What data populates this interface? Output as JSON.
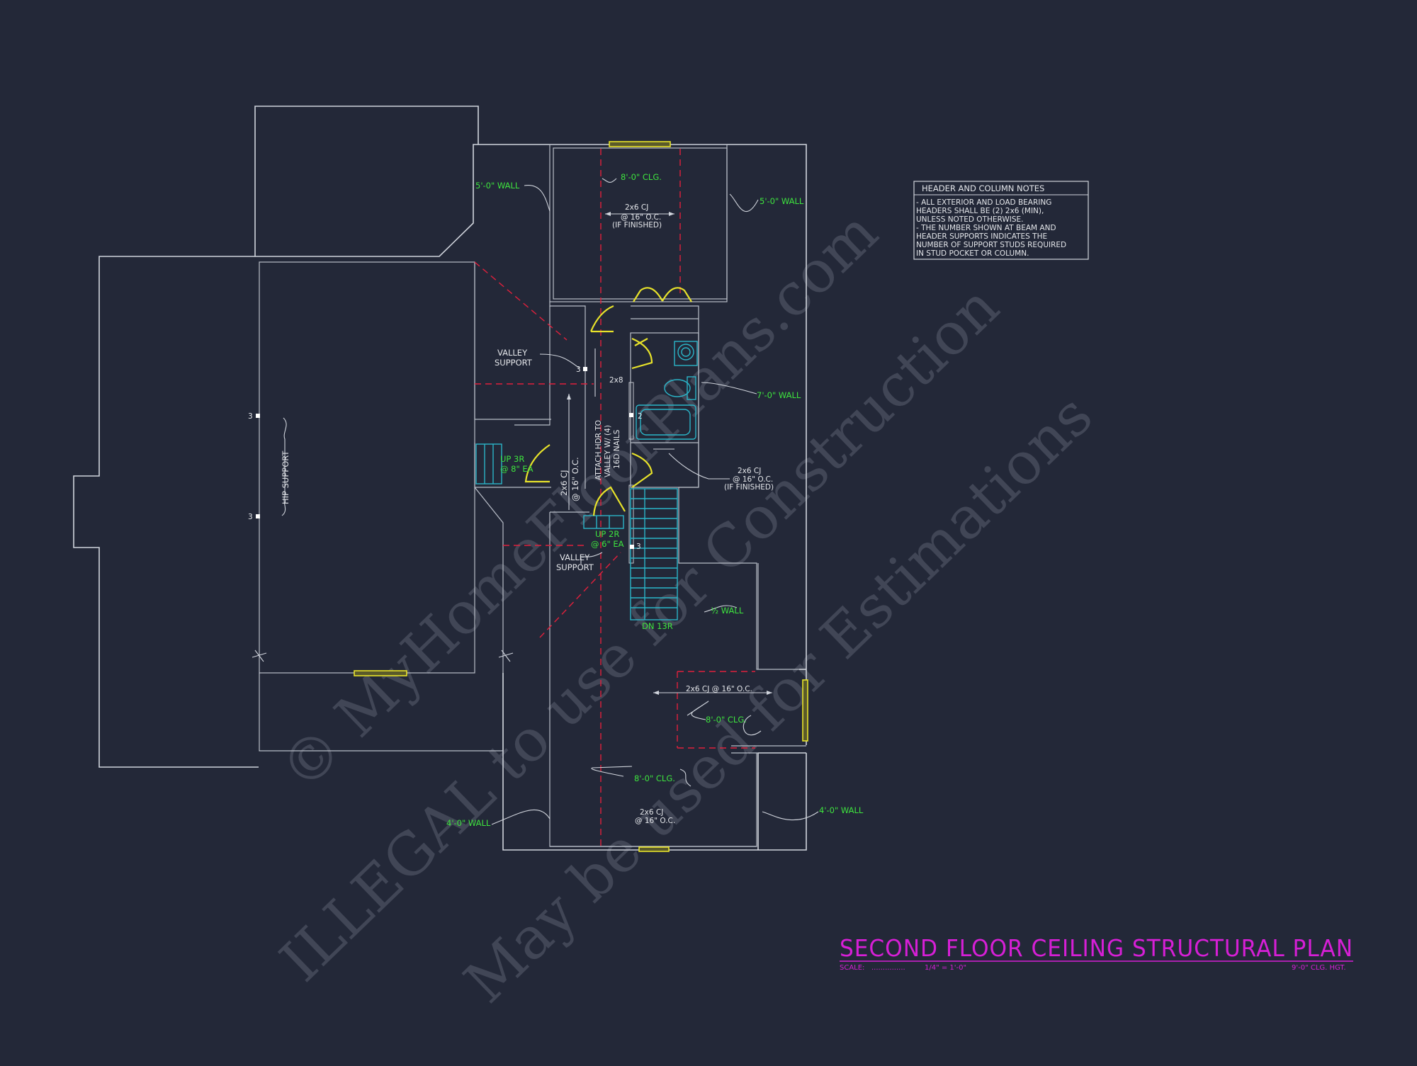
{
  "title": {
    "main": "SECOND FLOOR CEILING STRUCTURAL PLAN",
    "scale_label": "SCALE:",
    "scale_dots": "...............",
    "scale_value": "1/4\" = 1'-0\"",
    "ceiling_height": "9'-0\" CLG. HGT.",
    "color": "#d61fd6"
  },
  "notes": {
    "heading": "HEADER AND COLUMN NOTES",
    "lines": [
      "- ALL EXTERIOR AND LOAD BEARING",
      "HEADERS SHALL BE (2) 2x6 (MIN),",
      "UNLESS NOTED OTHERWISE.",
      "- THE NUMBER SHOWN AT BEAM AND",
      "HEADER SUPPORTS INDICATES THE",
      "NUMBER OF SUPPORT STUDS REQUIRED",
      "IN STUD POCKET OR COLUMN."
    ]
  },
  "labels": {
    "wall_5ft_left": "5'-0\" WALL",
    "wall_5ft_right": "5'-0\" WALL",
    "wall_7ft": "7'-0\" WALL",
    "wall_half": "½ WALL",
    "wall_4ft_left": "4'-0\" WALL",
    "wall_4ft_right": "4'-0\" WALL",
    "clg_top": "8'-0\" CLG.",
    "clg_right": "8'-0\" CLG.",
    "clg_bottom": "8'-0\" CLG.",
    "cj_top": [
      "2x6 CJ",
      "@ 16\" O.C.",
      "(IF FINISHED)"
    ],
    "cj_right": [
      "2x6 CJ",
      "@ 16\" O.C.",
      "(IF FINISHED)"
    ],
    "cj_mid": "2x6 CJ @ 16\" O.C.",
    "cj_bottom": [
      "2x6 CJ",
      "@ 16\" O.C."
    ],
    "cj_vertical": [
      "2x6 CJ",
      "@ 16\" O.C."
    ],
    "attach": [
      "ATTACH HDR TO",
      "VALLEY W/ (4)",
      "16D NAILS"
    ],
    "valley_top": [
      "VALLEY",
      "SUPPORT"
    ],
    "valley_bottom": [
      "VALLEY",
      "SUPPORT"
    ],
    "hip_support": "HIP SUPPORT",
    "header_2x8": "2x8",
    "up_3r": [
      "UP 3R",
      "@ 8\" EA"
    ],
    "up_2r": [
      "UP 2R",
      "@ 6\" EA"
    ],
    "dn_13r": "DN 13R",
    "stud_counts": [
      "3",
      "3",
      "3",
      "2",
      "3"
    ]
  },
  "watermark": {
    "line1": "© MyHomeFloorPlans.com",
    "line2": "ILLEGAL to use for Construction",
    "line3": "May be used for Estimations"
  }
}
